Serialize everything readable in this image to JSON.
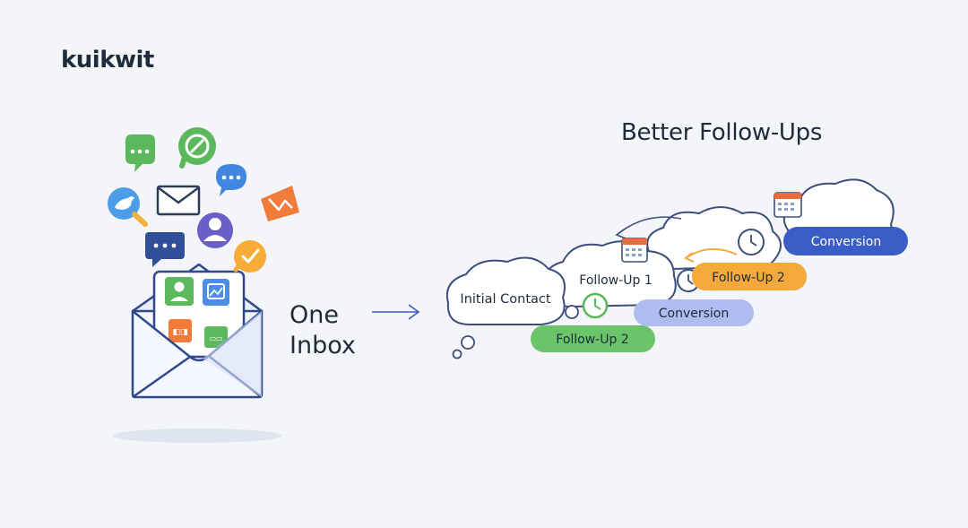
{
  "brand": {
    "name": "kuikwit"
  },
  "left_caption": {
    "line1": "One",
    "line2": "Inbox"
  },
  "right_title": "Better Follow-Ups",
  "flow": {
    "initial_contact": "Initial Contact",
    "follow_up_1": "Follow-Up 1",
    "follow_up_2_green": "Follow-Up 2",
    "follow_up_2_orange": "Follow-Up 2",
    "conversion_mid": "Conversion",
    "conversion_top": "Conversion"
  },
  "icons": [
    "chat-bubble-green-icon",
    "whatsapp-icon",
    "envelope-icon",
    "chat-bubble-blue-icon",
    "twitter-icon",
    "reports-icon",
    "messenger-icon",
    "profile-icon",
    "checkmark-icon",
    "calendar-icon",
    "clock-icon",
    "arrow-right-icon"
  ],
  "colors": {
    "green": "#5cb85c",
    "blue": "#3b82f6",
    "orange": "#f6a93b",
    "lavender": "#a9b8ef",
    "navy": "#3a5cc6",
    "ink": "#1d2b3a"
  }
}
